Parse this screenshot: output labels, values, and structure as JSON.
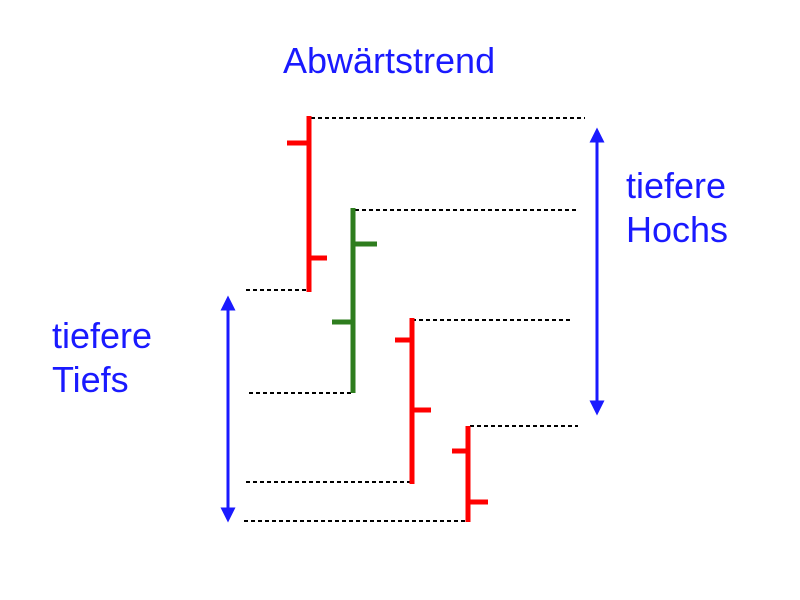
{
  "title": "Abwärtstrend",
  "label_highs": {
    "line1": "tiefere",
    "line2": "Hochs"
  },
  "label_lows": {
    "line1": "tiefere",
    "line2": "Tiefs"
  },
  "colors": {
    "text": "#1a1aff",
    "bar_down": "#ff0000",
    "bar_up": "#2e7d1e",
    "arrow": "#1a1aff",
    "guide": "#000000"
  },
  "bars": [
    {
      "direction": "down",
      "color_key": "bar_down"
    },
    {
      "direction": "up",
      "color_key": "bar_up"
    },
    {
      "direction": "down",
      "color_key": "bar_down"
    },
    {
      "direction": "down",
      "color_key": "bar_down"
    }
  ]
}
